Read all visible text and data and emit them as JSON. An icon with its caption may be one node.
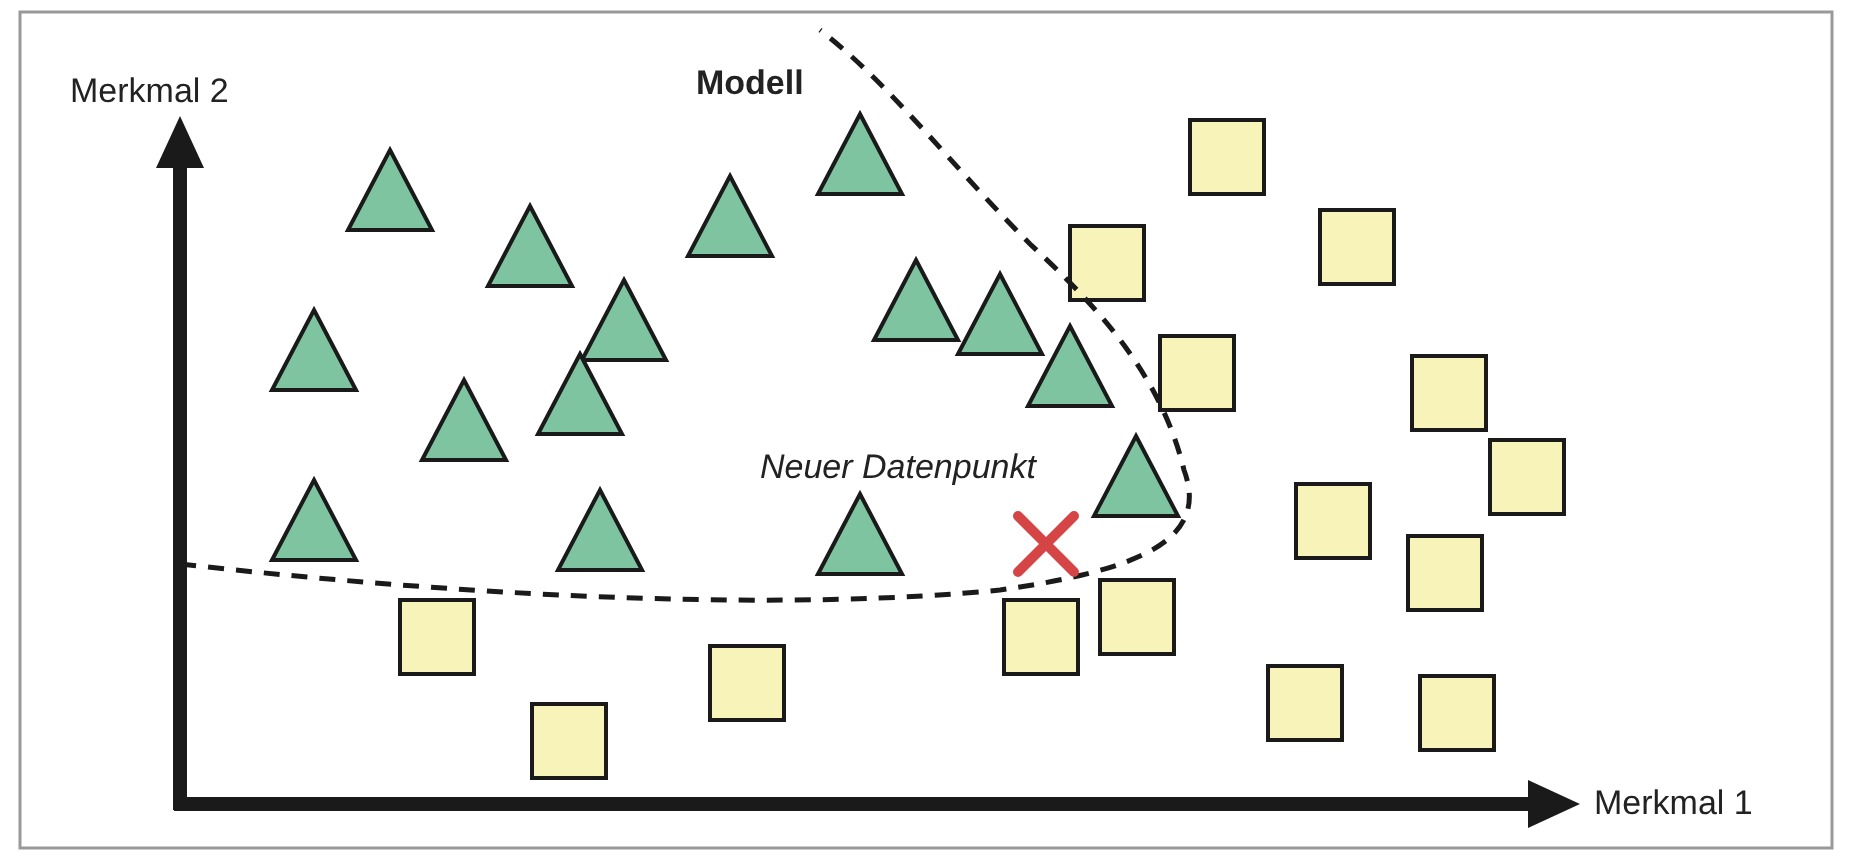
{
  "diagram": {
    "labels": [
      "Merkmal 2",
      "Modell",
      "Neuer Datenpunkt",
      "Merkmal 1"
    ]
  }
}
